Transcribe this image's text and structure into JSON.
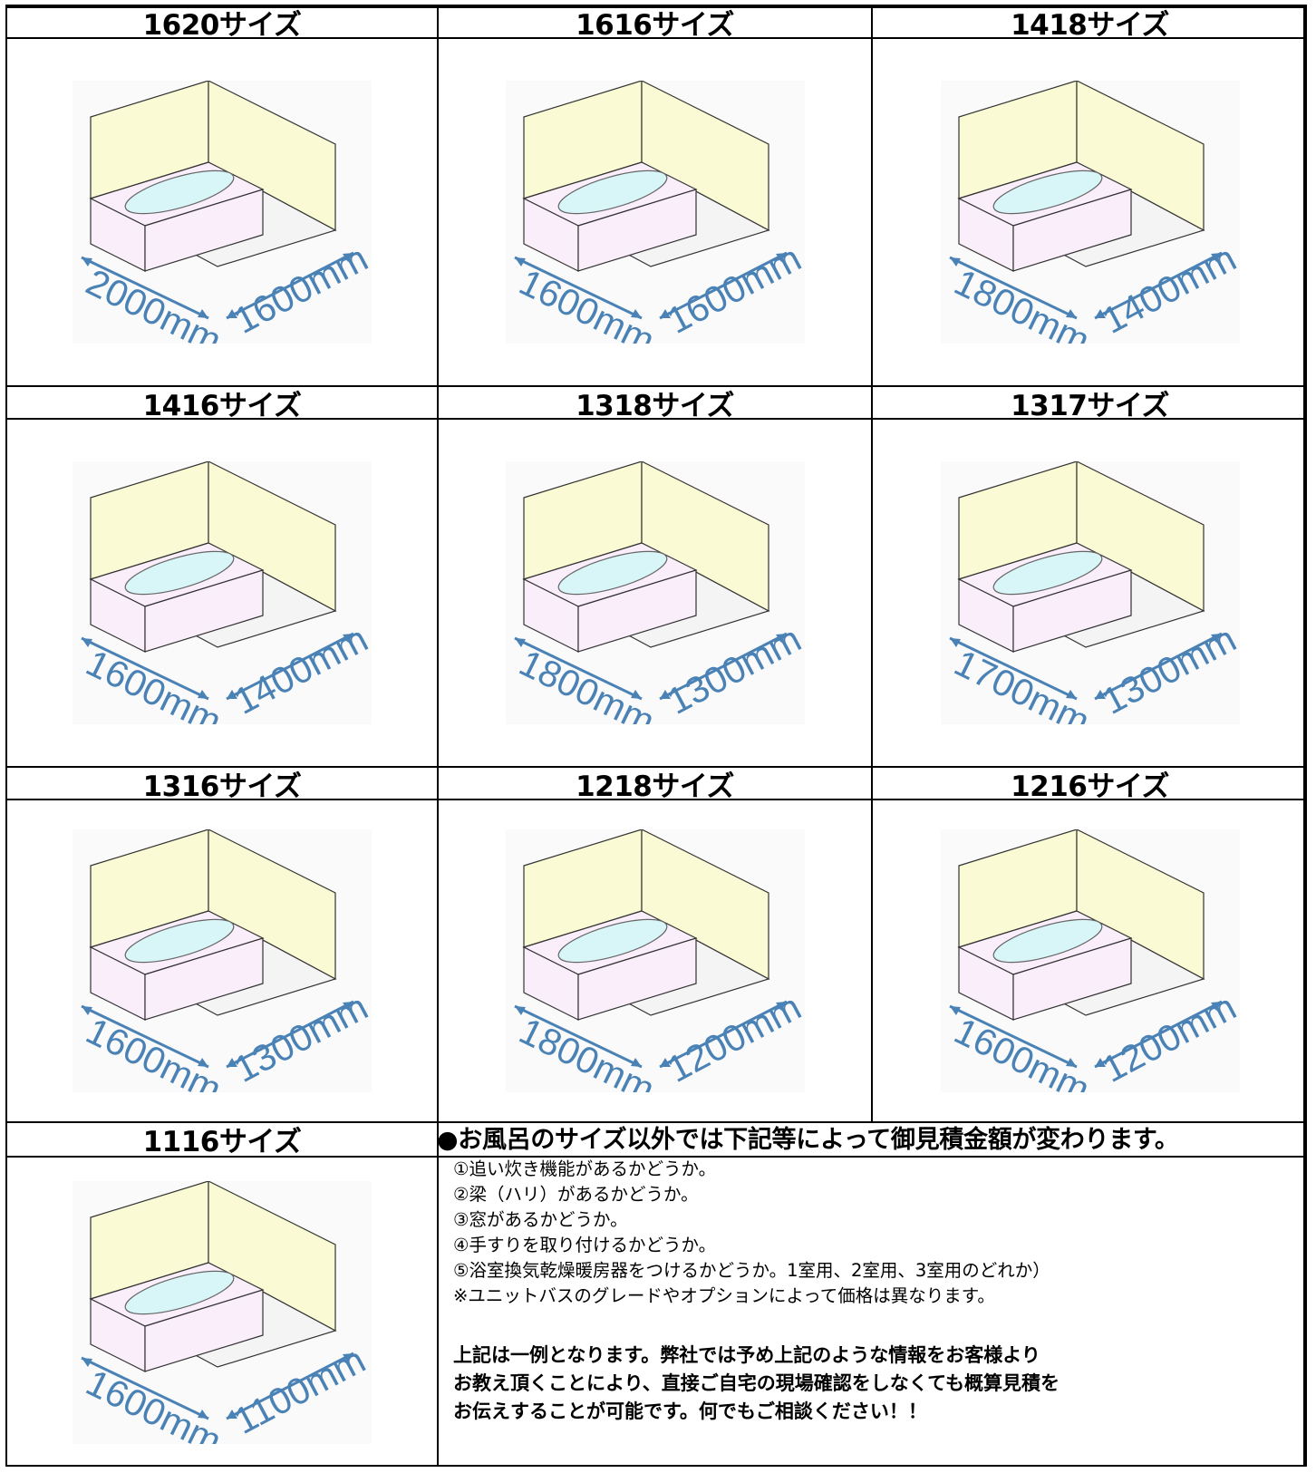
{
  "sizes": [
    {
      "label": "1620サイズ",
      "left": "2000mm",
      "right": "1600mm"
    },
    {
      "label": "1616サイズ",
      "left": "1600mm",
      "right": "1600mm"
    },
    {
      "label": "1418サイズ",
      "left": "1800mm",
      "right": "1400mm"
    },
    {
      "label": "1416サイズ",
      "left": "1600mm",
      "right": "1400mm"
    },
    {
      "label": "1318サイズ",
      "left": "1800mm",
      "right": "1300mm"
    },
    {
      "label": "1317サイズ",
      "left": "1700mm",
      "right": "1300mm"
    },
    {
      "label": "1316サイズ",
      "left": "1600mm",
      "right": "1300mm"
    },
    {
      "label": "1218サイズ",
      "left": "1800mm",
      "right": "1200mm"
    },
    {
      "label": "1216サイズ",
      "left": "1600mm",
      "right": "1200mm"
    },
    {
      "label": "1116サイズ",
      "left": "1600mm",
      "right": "1100mm"
    }
  ],
  "notes": {
    "heading": "●お風呂のサイズ以外では下記等によって御見積金額が変わります。",
    "items": [
      "①追い炊き機能があるかどうか。",
      "②梁（ハリ）があるかどうか。",
      "③窓があるかどうか。",
      "④手すりを取り付けるかどうか。",
      "⑤浴室換気乾燥暖房器をつけるかどうか。1室用、2室用、3室用のどれか）",
      "※ユニットバスのグレードやオプションによって価格は異なります。"
    ],
    "paragraph": [
      "上記は一例となります。弊社では予め上記のような情報をお客様より",
      "お教え頂くことにより、直接ご自宅の現場確認をしなくても概算見積を",
      "お伝えすることが可能です。何でもご相談ください！！"
    ]
  },
  "colors": {
    "wall": "#fafad4",
    "tub": "#fbeefb",
    "tub_inner": "#d8f6f8",
    "floor": "#f4f4f4",
    "dimension": "#4a82b5"
  }
}
